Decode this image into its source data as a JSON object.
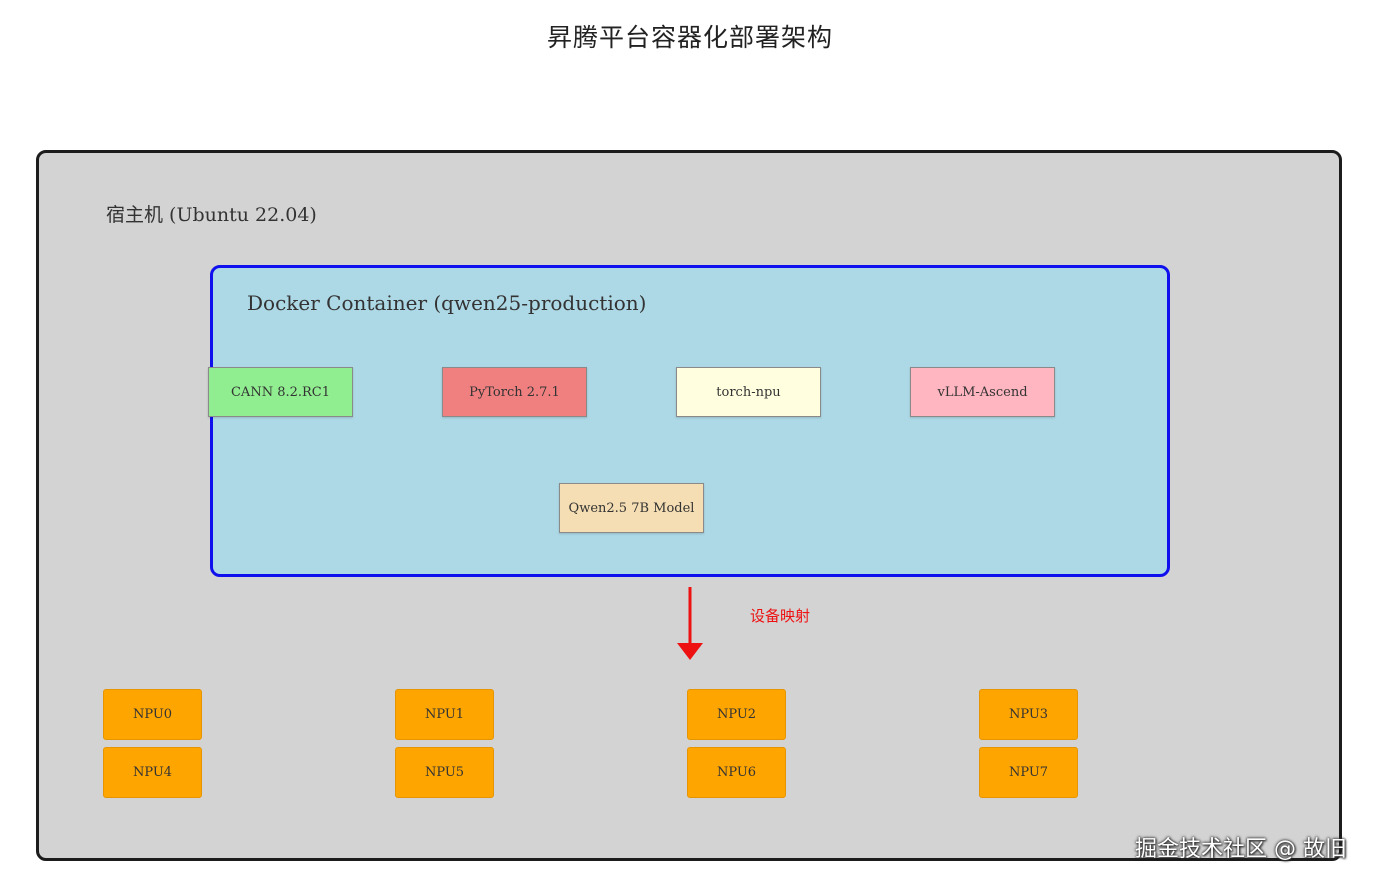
{
  "title": "昇腾平台容器化部署架构",
  "host": {
    "label": "宿主机 (Ubuntu 22.04)",
    "fill": "#d3d3d3"
  },
  "container": {
    "label": "Docker Container (qwen25-production)",
    "fill": "#add8e6",
    "border": "#1010ee",
    "components": [
      {
        "label": "CANN 8.2.RC1",
        "color": "#90ee90"
      },
      {
        "label": "PyTorch 2.7.1",
        "color": "#f08080"
      },
      {
        "label": "torch-npu",
        "color": "#ffffe0"
      },
      {
        "label": "vLLM-Ascend",
        "color": "#ffb6c1"
      },
      {
        "label": "Qwen2.5 7B Model",
        "color": "#f5deb3"
      }
    ]
  },
  "mapping": {
    "label": "设备映射",
    "color": "#ee1111",
    "icon": "arrow-down-icon"
  },
  "npus": [
    "NPU0",
    "NPU1",
    "NPU2",
    "NPU3",
    "NPU4",
    "NPU5",
    "NPU6",
    "NPU7"
  ],
  "npu_color": "#ffa500",
  "watermark": "掘金技术社区 @ 故旧"
}
